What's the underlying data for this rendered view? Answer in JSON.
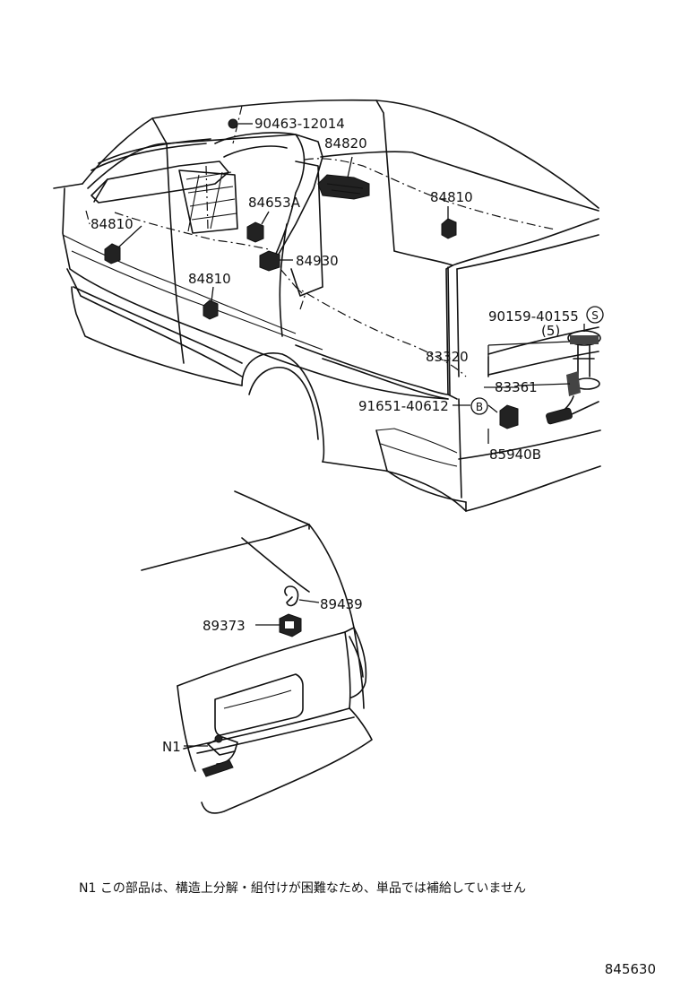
{
  "callouts": [
    {
      "id": "p1",
      "text": "90463-12014"
    },
    {
      "id": "p2",
      "text": "84820"
    },
    {
      "id": "p3",
      "text": "84810"
    },
    {
      "id": "p4",
      "text": "84810"
    },
    {
      "id": "p5",
      "text": "84653A"
    },
    {
      "id": "p6",
      "text": "84930"
    },
    {
      "id": "p7",
      "text": "84810"
    },
    {
      "id": "p8",
      "text": "90159-40155"
    },
    {
      "id": "p9",
      "text": "(5)"
    },
    {
      "id": "p10",
      "text": "83320"
    },
    {
      "id": "p11",
      "text": "83361"
    },
    {
      "id": "p12",
      "text": "91651-40612"
    },
    {
      "id": "p13",
      "text": "85940B"
    },
    {
      "id": "p14",
      "text": "89439"
    },
    {
      "id": "p15",
      "text": "89373"
    },
    {
      "id": "p16",
      "text": "N1"
    }
  ],
  "markers": {
    "s": "S",
    "b": "B"
  },
  "footnote": "N1 この部品は、構造上分解・組付けが困難なため、単品では補給していません",
  "figure_number": "845630"
}
